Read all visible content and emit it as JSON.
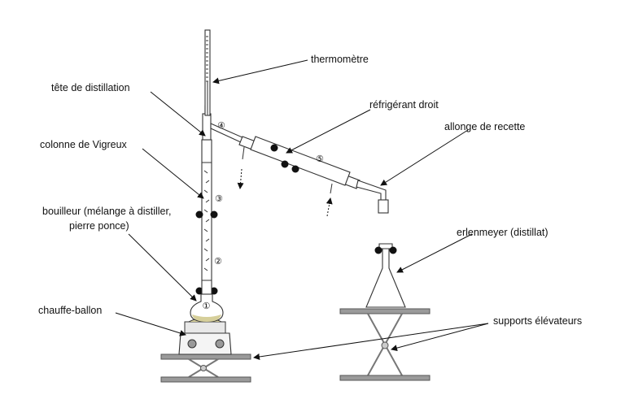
{
  "labels": {
    "thermometer": "thermomètre",
    "distillation_head": "tête de distillation",
    "condenser": "réfrigérant droit",
    "receiver_adapter": "allonge de recette",
    "vigreux_column": "colonne de Vigreux",
    "boiling_flask_line1": "bouilleur (mélange à distiller,",
    "boiling_flask_line2": "pierre ponce)",
    "erlenmeyer": "erlenmeyer (distillat)",
    "heating_mantle": "chauffe-ballon",
    "lab_jacks": "supports élévateurs"
  },
  "markers": [
    "①",
    "②",
    "③",
    "④",
    "⑤"
  ],
  "colors": {
    "liquid": "#d6cf9a",
    "metal": "#9a9a9a",
    "outline": "#333333"
  }
}
